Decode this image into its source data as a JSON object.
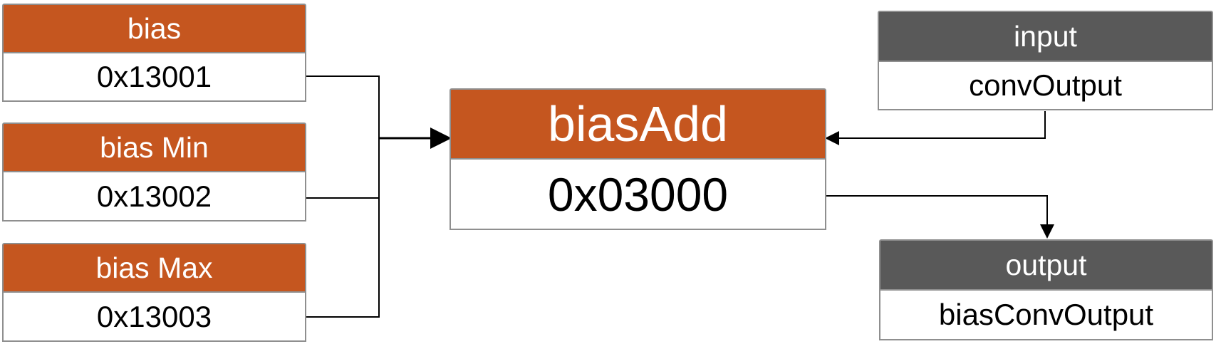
{
  "colors": {
    "param_header": "#c5561f",
    "io_header": "#595959",
    "connector": "#000000",
    "box_border": "#8f8f8f"
  },
  "params": [
    {
      "header": "bias",
      "value": "0x13001"
    },
    {
      "header": "bias Min",
      "value": "0x13002"
    },
    {
      "header": "bias Max",
      "value": "0x13003"
    }
  ],
  "op": {
    "header": "biasAdd",
    "value": "0x03000"
  },
  "input": {
    "header": "input",
    "value": "convOutput"
  },
  "output": {
    "header": "output",
    "value": "biasConvOutput"
  }
}
